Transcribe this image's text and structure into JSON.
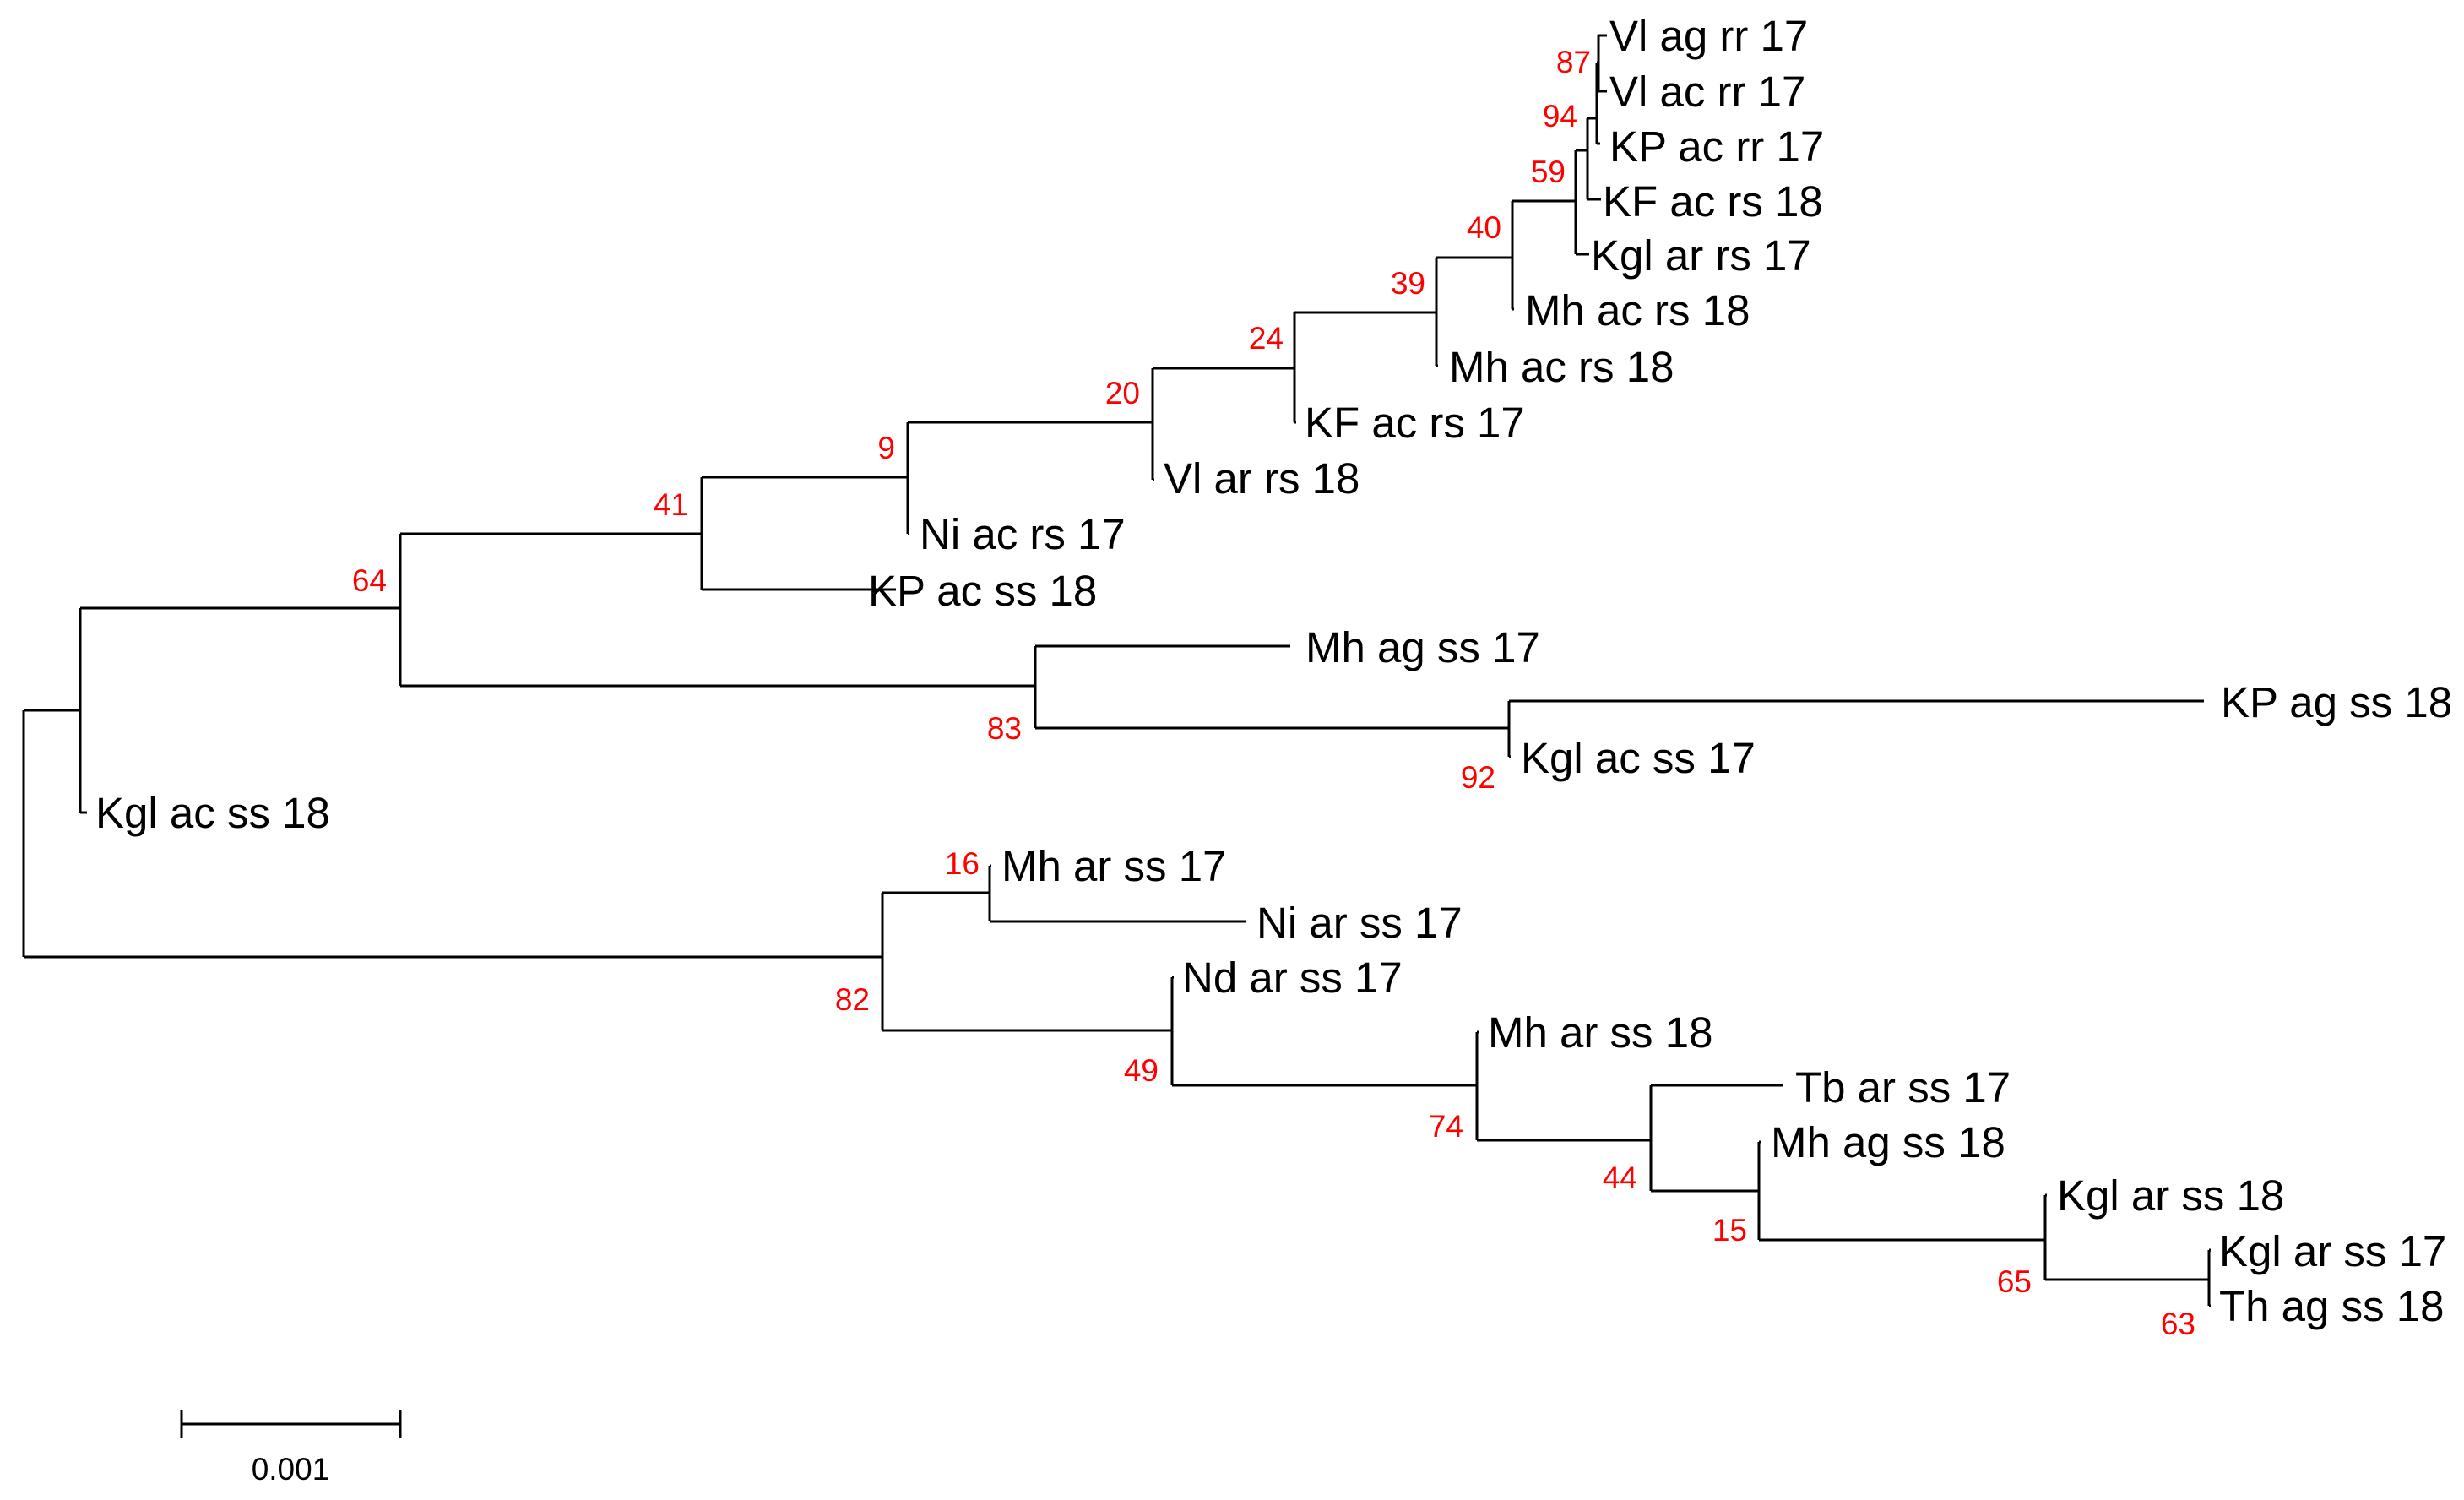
{
  "colors": {
    "branch": "#000000",
    "leaf_label": "#000000",
    "support_value": "#ff0000"
  },
  "tree": {
    "leaves": [
      "Vl ag rr 17",
      "Vl ac rr 17",
      "KP ac rr 17",
      "KF ac rs 18",
      "Kgl ar rs 17",
      "Mh ac rs 18",
      "Mh ac rs 18",
      "KF ac rs 17",
      "Vl ar rs 18",
      "Ni ac rs 17",
      "KP ac ss 18",
      "Mh ag ss 17",
      "KP ag ss 18",
      "Kgl ac ss 17",
      "Kgl ac ss 18",
      "Mh ar ss 17",
      "Ni ar ss 17",
      "Nd ar ss 17",
      "Mh ar ss 18",
      "Tb ar ss 17",
      "Mh ag ss 18",
      "Kgl ar ss 18",
      "Kgl ar ss 17",
      "Th ag ss 18"
    ],
    "support_values": [
      87,
      94,
      59,
      40,
      39,
      24,
      20,
      9,
      41,
      64,
      83,
      92,
      16,
      82,
      49,
      74,
      44,
      15,
      65,
      63
    ]
  },
  "scale_bar": {
    "label": "0.001"
  }
}
